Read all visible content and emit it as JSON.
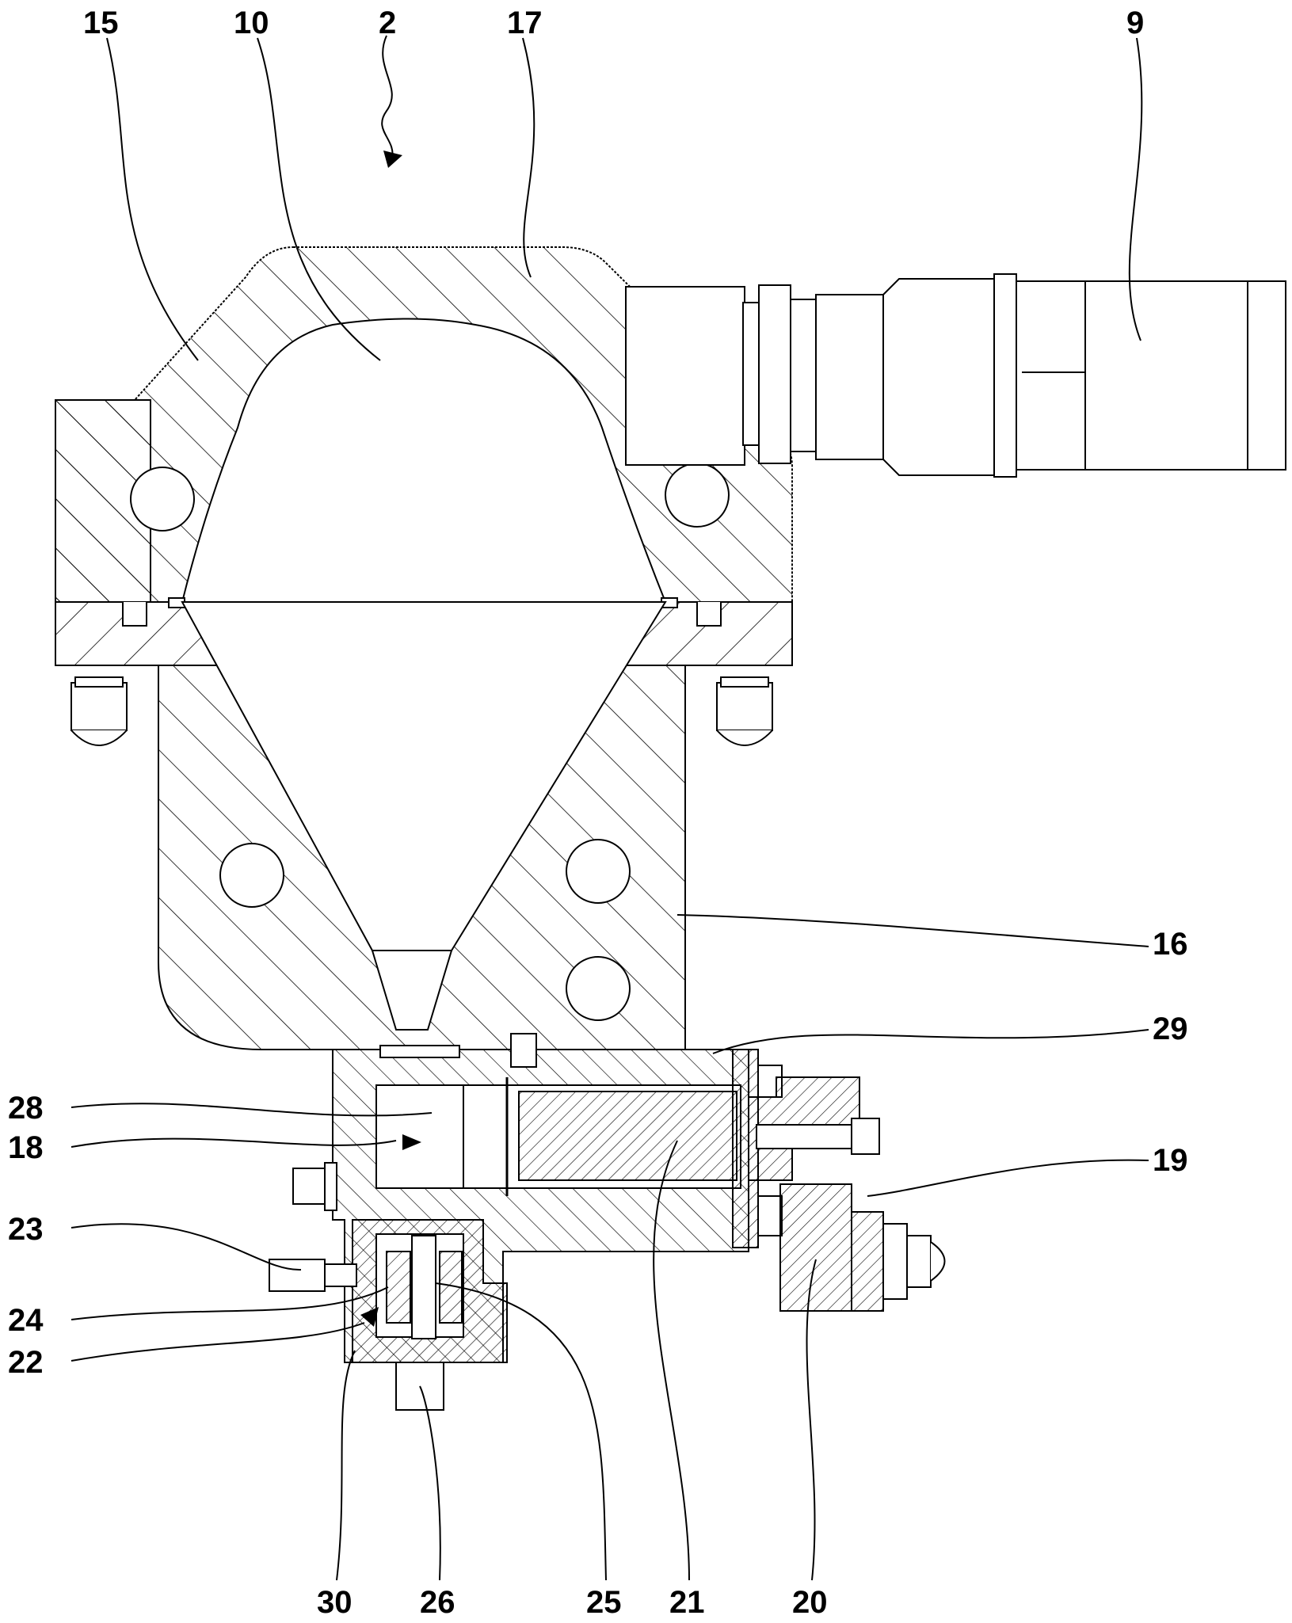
{
  "figure": {
    "description_free": true,
    "reference_numerals": {
      "n15": "15",
      "n10": "10",
      "n2": "2",
      "n17": "17",
      "n9": "9",
      "n16": "16",
      "n29": "29",
      "n28": "28",
      "n18": "18",
      "n19": "19",
      "n23": "23",
      "n24": "24",
      "n22": "22",
      "n30": "30",
      "n26": "26",
      "n25": "25",
      "n21": "21",
      "n20": "20"
    }
  }
}
